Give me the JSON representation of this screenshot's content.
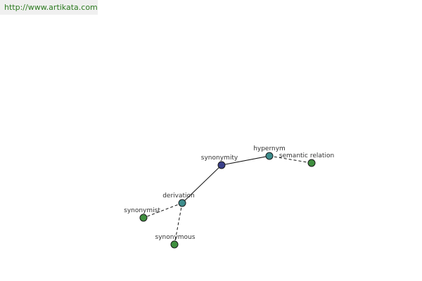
{
  "header": {
    "url": "http://www.artikata.com"
  },
  "graph": {
    "colors": {
      "center": "#3a3f8a",
      "related": "#3d8c8c",
      "leaf": "#3f8f3f",
      "edge": "#111111"
    },
    "nodes": [
      {
        "id": "synonymity",
        "label": "synonymity",
        "kind": "center"
      },
      {
        "id": "hypernym",
        "label": "hypernym",
        "kind": "related"
      },
      {
        "id": "derivation",
        "label": "derivation",
        "kind": "related"
      },
      {
        "id": "semantic-relation",
        "label": "semantic relation",
        "kind": "leaf"
      },
      {
        "id": "synonymist",
        "label": "synonymist",
        "kind": "leaf"
      },
      {
        "id": "synonymous",
        "label": "synonymous",
        "kind": "leaf"
      }
    ],
    "edges": [
      {
        "from": "synonymity",
        "to": "hypernym",
        "style": "solid"
      },
      {
        "from": "synonymity",
        "to": "derivation",
        "style": "solid"
      },
      {
        "from": "hypernym",
        "to": "semantic-relation",
        "style": "dashed"
      },
      {
        "from": "derivation",
        "to": "synonymist",
        "style": "dashed"
      },
      {
        "from": "derivation",
        "to": "synonymous",
        "style": "dashed"
      }
    ]
  }
}
